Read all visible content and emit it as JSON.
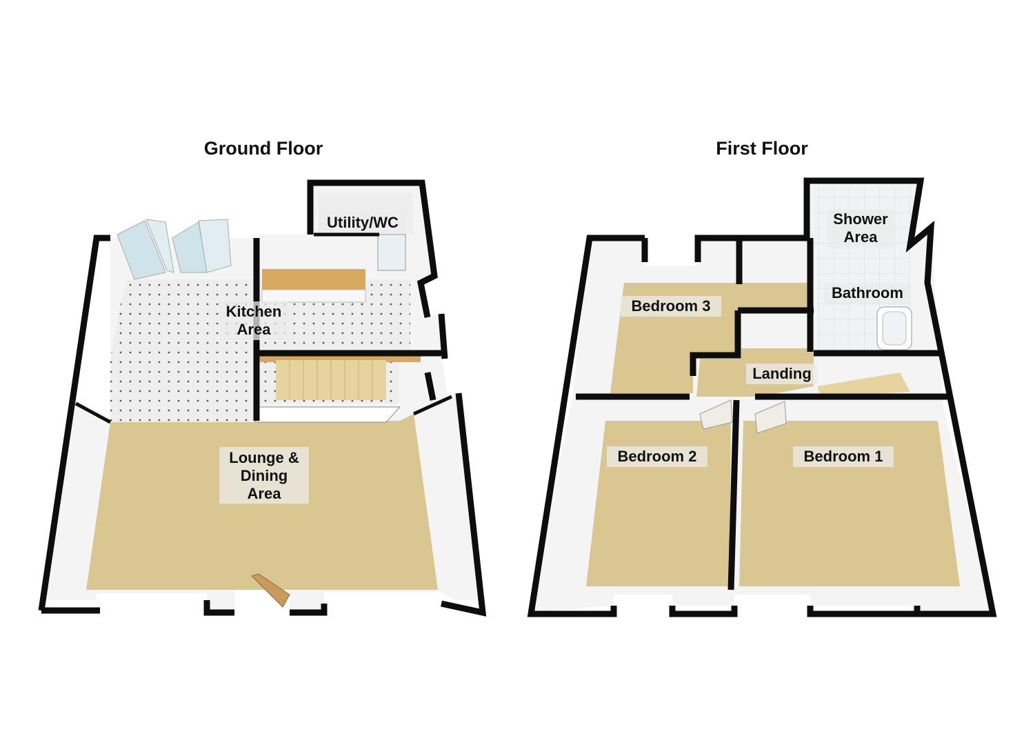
{
  "floors": [
    {
      "title": "Ground Floor",
      "rooms": [
        {
          "id": "utility-wc",
          "label_lines": [
            "Utility/WC"
          ]
        },
        {
          "id": "kitchen",
          "label_lines": [
            "Kitchen",
            "Area"
          ]
        },
        {
          "id": "lounge-dining",
          "label_lines": [
            "Lounge &",
            "Dining",
            "Area"
          ]
        }
      ]
    },
    {
      "title": "First Floor",
      "rooms": [
        {
          "id": "shower",
          "label_lines": [
            "Shower",
            "Area"
          ]
        },
        {
          "id": "bathroom",
          "label_lines": [
            "Bathroom"
          ]
        },
        {
          "id": "bedroom-3",
          "label_lines": [
            "Bedroom 3"
          ]
        },
        {
          "id": "landing",
          "label_lines": [
            "Landing"
          ]
        },
        {
          "id": "bedroom-2",
          "label_lines": [
            "Bedroom 2"
          ]
        },
        {
          "id": "bedroom-1",
          "label_lines": [
            "Bedroom 1"
          ]
        }
      ]
    }
  ],
  "colors": {
    "wall": "#0d0d0d",
    "wall_face": "#f4f4f4",
    "carpet": "#d9c690",
    "tile": "#eeeeee",
    "worktop": "#d8a860",
    "stairs": "#e6d3a0",
    "glass": "#cfe4ea"
  }
}
